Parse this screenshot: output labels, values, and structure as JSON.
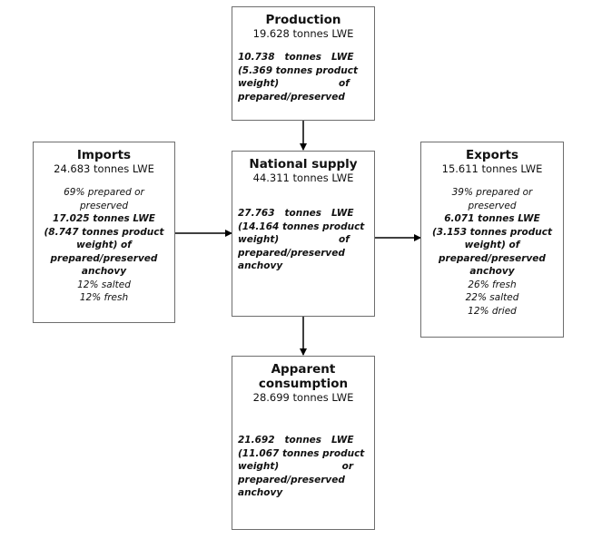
{
  "production": {
    "title": "Production",
    "total": "19.628 tonnes LWE",
    "detail_line1": "10.738   tonnes   LWE",
    "detail_line2": "(5.369 tonnes product",
    "detail_line3": "weight)                  of",
    "detail_line4": "prepared/preserved"
  },
  "imports": {
    "title": "Imports",
    "total": "24.683 tonnes LWE",
    "detail_pct1": "69% prepared or",
    "detail_pct1b": "preserved",
    "bold_line1": "17.025 tonnes LWE",
    "bold_line2": "(8.747 tonnes product",
    "bold_line3": "weight) of",
    "bold_line4": "prepared/preserved",
    "bold_line5": "anchovy",
    "detail_salted": "12% salted",
    "detail_fresh": "12% fresh"
  },
  "national_supply": {
    "title": "National supply",
    "total": "44.311 tonnes LWE",
    "detail_line1": "27.763   tonnes   LWE",
    "detail_line2": "(14.164 tonnes product",
    "detail_line3": "weight)                  of",
    "detail_line4": "prepared/preserved",
    "detail_line5": "anchovy"
  },
  "exports": {
    "title": "Exports",
    "total": "15.611 tonnes LWE",
    "detail_pct1": "39% prepared or",
    "detail_pct1b": "preserved",
    "bold_line1": "6.071 tonnes LWE",
    "bold_line2": "(3.153 tonnes product",
    "bold_line3": "weight) of",
    "bold_line4": "prepared/preserved",
    "bold_line5": "anchovy",
    "detail_fresh": "26% fresh",
    "detail_salted": "22% salted",
    "detail_dried": "12% dried"
  },
  "apparent_consumption": {
    "title_line1": "Apparent",
    "title_line2": "consumption",
    "total": "28.699 tonnes LWE",
    "detail_line1": "21.692   tonnes   LWE",
    "detail_line2": "(11.067 tonnes product",
    "detail_line3": "weight)                   or",
    "detail_line4": "prepared/preserved",
    "detail_line5": "anchovy"
  },
  "colors": {
    "border": "#6e6e6e",
    "arrow": "#000000",
    "text": "#111111"
  }
}
